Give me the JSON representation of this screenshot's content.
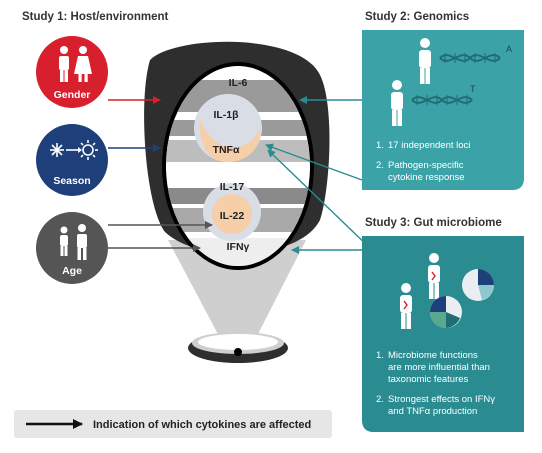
{
  "headers": {
    "study1": "Study 1: Host/environment",
    "study2": "Study 2: Genomics",
    "study3": "Study 3: Gut microbiome"
  },
  "factors": {
    "gender": "Gender",
    "season": "Season",
    "age": "Age"
  },
  "cytokines": {
    "il6": "IL-6",
    "il1b": "IL-1β",
    "tnfa": "TNFα",
    "il17": "IL-17",
    "il22": "IL-22",
    "ifng": "IFNγ"
  },
  "genomics": {
    "allele_a": "A",
    "allele_t": "T",
    "item1_num": "1.",
    "item1": "17 independent loci",
    "item2_num": "2.",
    "item2_l1": "Pathogen-specific",
    "item2_l2": "cytokine response"
  },
  "microbiome": {
    "item1_num": "1.",
    "item1_l1": "Microbiome functions",
    "item1_l2": "are more influential than",
    "item1_l3": "taxonomic features",
    "item2_num": "2.",
    "item2_l1": "Strongest effects on IFNγ",
    "item2_l2": "and TNFα production"
  },
  "legend": {
    "text": "Indication of which cytokines are affected"
  },
  "colors": {
    "gender": "#d71f2d",
    "season": "#1f3f7a",
    "age": "#555555",
    "teal": "#3ba3a8",
    "teal_dark": "#2a8c91",
    "dark_grey": "#2e2e2e",
    "inner_circle": "#f6cfa8"
  },
  "icons": {
    "gender": "man-woman-icon",
    "season": "snowflake-sun-icon",
    "age": "child-adult-icon"
  }
}
